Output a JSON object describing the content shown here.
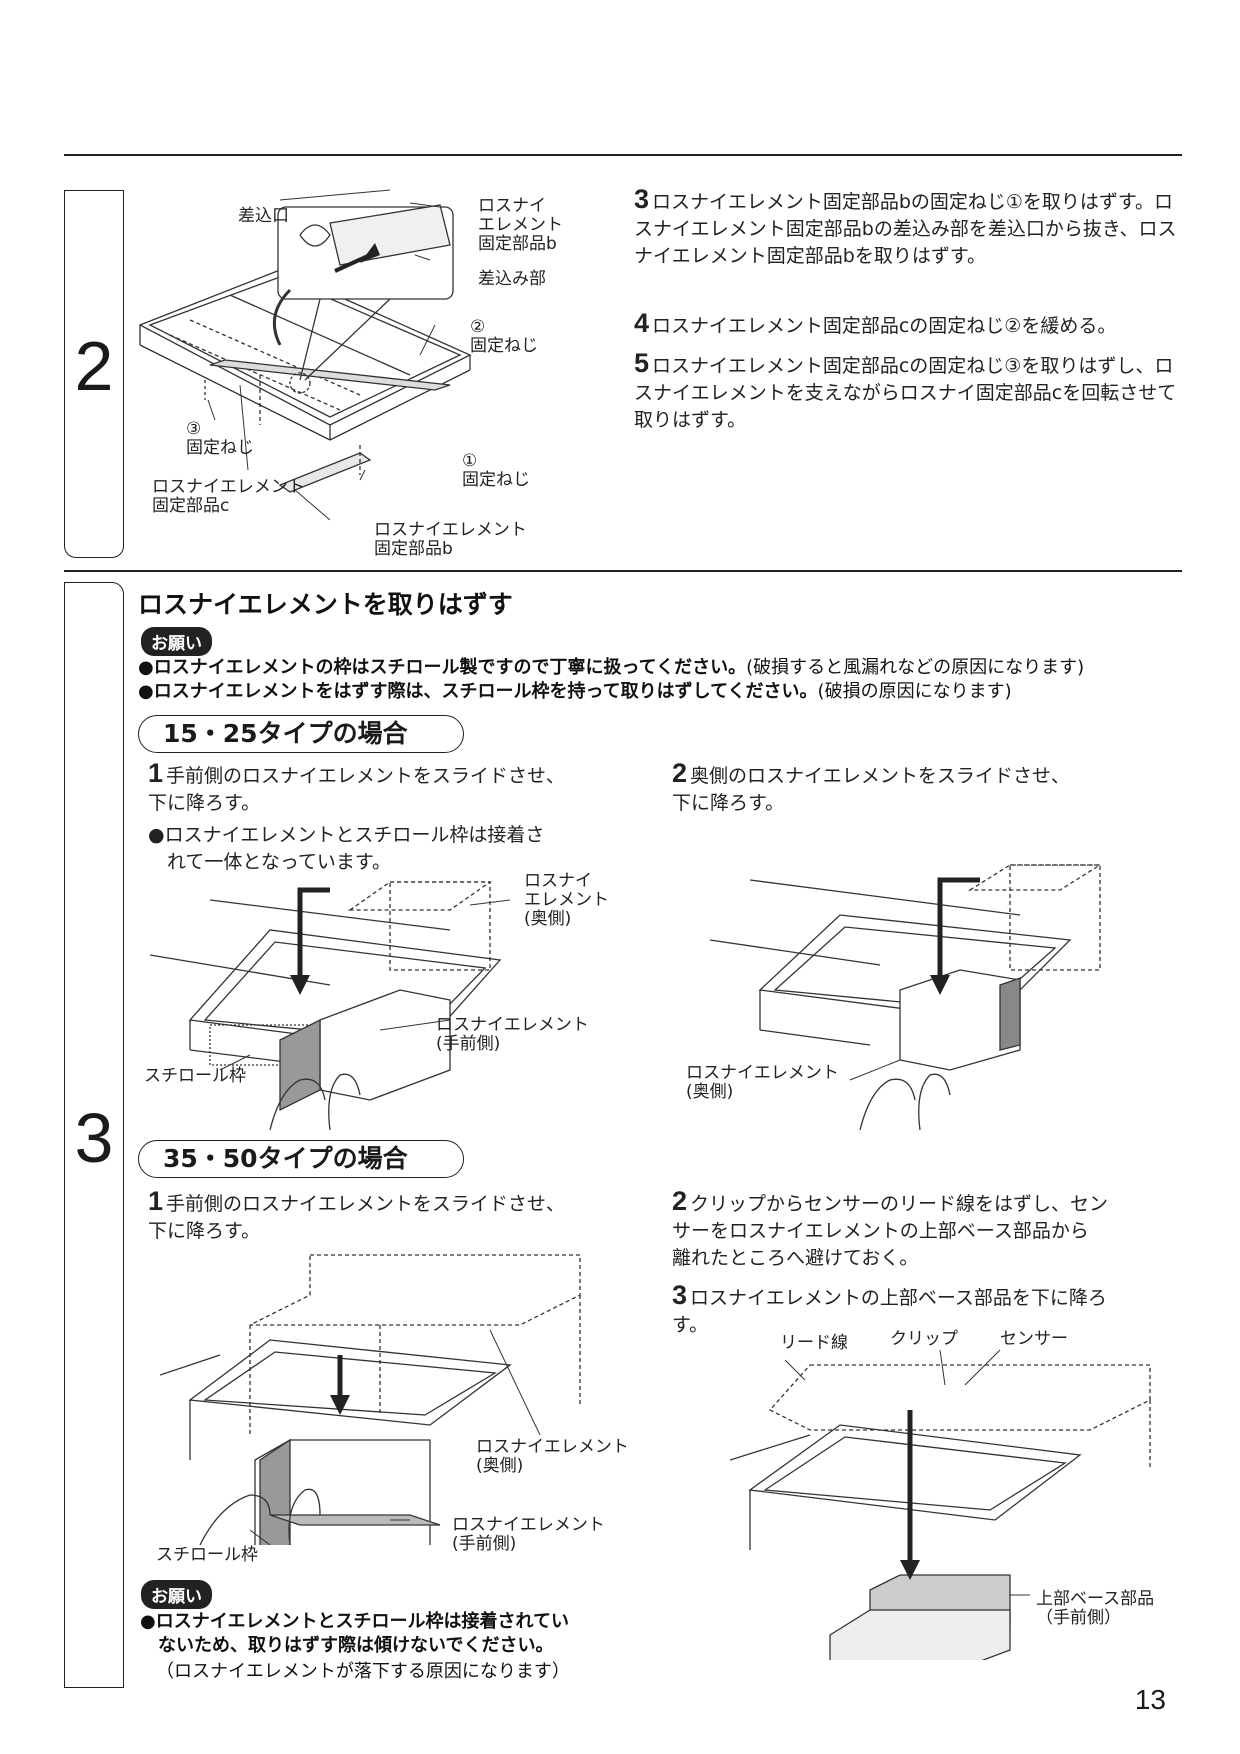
{
  "section2": {
    "number": "2",
    "labels": {
      "insert_port": "差込口",
      "part_b_top": "ロスナイ\nエレメント\n固定部品b",
      "insert_part": "差込み部",
      "screw2": "②\n固定ねじ",
      "screw3": "③\n固定ねじ",
      "part_c": "ロスナイエレメント\n固定部品c",
      "screw1": "①\n固定ねじ",
      "part_b_bottom": "ロスナイエレメント\n固定部品b"
    },
    "steps": [
      {
        "n": "3",
        "text": "ロスナイエレメント固定部品bの固定ねじ①を取りはずす。ロスナイエレメント固定部品bの差込み部を差込口から抜き、ロスナイエレメント固定部品bを取りはずす。"
      },
      {
        "n": "4",
        "text": "ロスナイエレメント固定部品cの固定ねじ②を緩める。"
      },
      {
        "n": "5",
        "text": "ロスナイエレメント固定部品cの固定ねじ③を取りはずし、ロスナイエレメントを支えながらロスナイ固定部品cを回転させて取りはずす。"
      }
    ]
  },
  "section3": {
    "number": "3",
    "heading": "ロスナイエレメントを取りはずす",
    "request_badge": "お願い",
    "notes": [
      {
        "bold": "●ロスナイエレメントの枠はスチロール製ですので丁寧に扱ってください。",
        "plain": "(破損すると風漏れなどの原因になります)"
      },
      {
        "bold": "●ロスナイエレメントをはずす際は、スチロール枠を持って取りはずしてください。",
        "plain": "(破損の原因になります)"
      }
    ],
    "type_a": {
      "title": "15・25タイプの場合",
      "step1": {
        "n": "1",
        "text": "手前側のロスナイエレメントをスライドさせ、\n下に降ろす。"
      },
      "step1_note": "●ロスナイエレメントとスチロール枠は接着さ\n　れて一体となっています。",
      "step2": {
        "n": "2",
        "text": "奥側のロスナイエレメントをスライドさせ、\n下に降ろす。"
      },
      "labels": {
        "rear_element": "ロスナイ\nエレメント\n(奥側)",
        "front_element": "ロスナイエレメント\n(手前側)",
        "styrofoam": "スチロール枠",
        "rear_element_2": "ロスナイエレメント\n(奥側)"
      }
    },
    "type_b": {
      "title": "35・50タイプの場合",
      "step1": {
        "n": "1",
        "text": "手前側のロスナイエレメントをスライドさせ、\n下に降ろす。"
      },
      "step2": {
        "n": "2",
        "text": "クリップからセンサーのリード線をはずし、セン\nサーをロスナイエレメントの上部ベース部品から\n離れたところへ避けておく。"
      },
      "step3": {
        "n": "3",
        "text": "ロスナイエレメントの上部ベース部品を下に降ろ\nす。"
      },
      "labels": {
        "rear_element": "ロスナイエレメント\n(奥側)",
        "front_element": "ロスナイエレメント\n(手前側)",
        "styrofoam": "スチロール枠",
        "lead_wire": "リード線",
        "clip": "クリップ",
        "sensor": "センサー",
        "upper_base": "上部ベース部品\n（手前側）"
      },
      "request_badge": "お願い",
      "request_bold": "●ロスナイエレメントとスチロール枠は接着されてい\n　ないため、取りはずす際は傾けないでください。",
      "request_plain": "（ロスナイエレメントが落下する原因になります）"
    }
  },
  "page_number": "13"
}
